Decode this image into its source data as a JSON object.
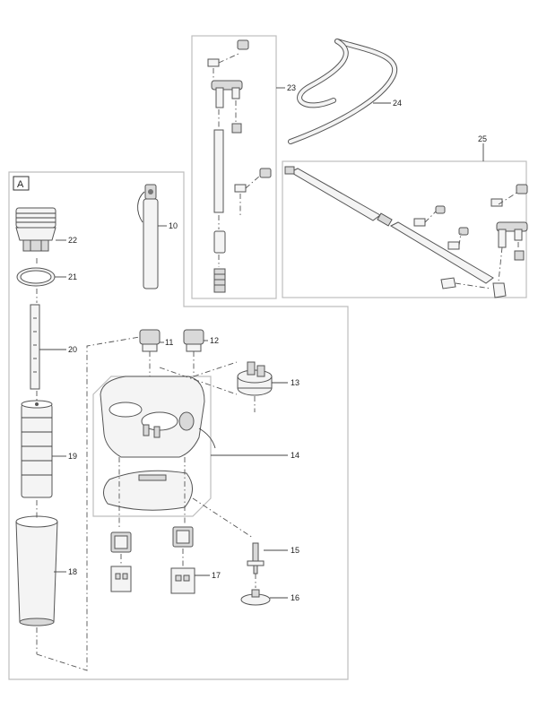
{
  "section_label": "A",
  "part_numbers": {
    "p10": "10",
    "p11": "11",
    "p12": "12",
    "p13": "13",
    "p14": "14",
    "p15": "15",
    "p16": "16",
    "p17": "17",
    "p18": "18",
    "p19": "19",
    "p20": "20",
    "p21": "21",
    "p22": "22",
    "p23": "23",
    "p24": "24",
    "p25": "25"
  }
}
